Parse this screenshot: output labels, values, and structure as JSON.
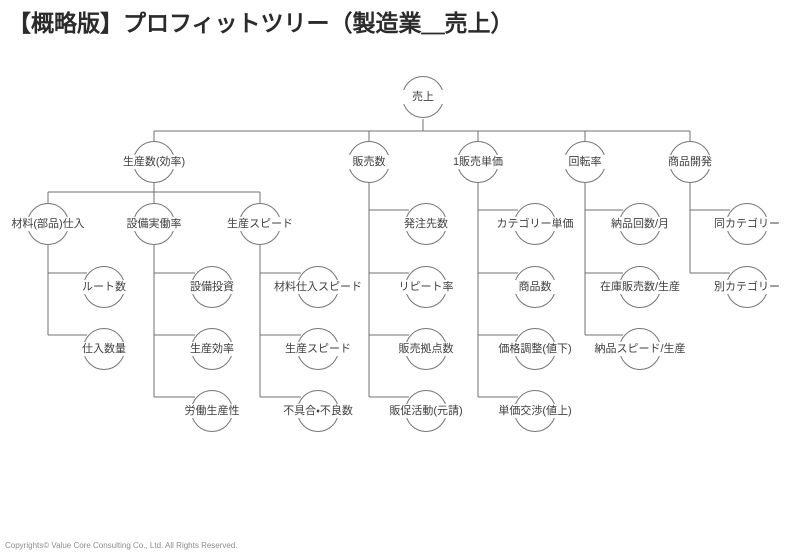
{
  "title": "【概略版】プロフィットツリー（製造業＿売上）",
  "copyright": "Copyrights© Value Core Consulting Co., Ltd.  All Rights Reserved.",
  "colors": {
    "line": "#707070",
    "text": "#3f3f3f",
    "title": "#2b2b2b"
  },
  "tree": {
    "root": {
      "label": "売上"
    },
    "branches": [
      {
        "label": "生産数(効率)",
        "children": [
          {
            "label": "材料(部品)仕入",
            "children": [
              {
                "label": "ルート数"
              },
              {
                "label": "仕入数量"
              }
            ]
          },
          {
            "label": "設備実働率",
            "children": [
              {
                "label": "設備投資"
              },
              {
                "label": "生産効率"
              },
              {
                "label": "労働生産性"
              }
            ]
          },
          {
            "label": "生産スピード",
            "children": [
              {
                "label": "材料仕入スピード"
              },
              {
                "label": "生産スピード"
              },
              {
                "label": "不具合・不良数"
              }
            ]
          }
        ]
      },
      {
        "label": "販売数",
        "children": [
          {
            "label": "発注先数"
          },
          {
            "label": "リピート率"
          },
          {
            "label": "販売拠点数"
          },
          {
            "label": "販促活動(元請)"
          }
        ]
      },
      {
        "label": "1販売単価",
        "children": [
          {
            "label": "カテゴリー単価"
          },
          {
            "label": "商品数"
          },
          {
            "label": "価格調整(値下)"
          },
          {
            "label": "単価交渉(値上)"
          }
        ]
      },
      {
        "label": "回転率",
        "children": [
          {
            "label": "納品回数/月"
          },
          {
            "label": "在庫販売数/生産"
          },
          {
            "label": "納品スピード/生産"
          }
        ]
      },
      {
        "label": "商品開発",
        "children": [
          {
            "label": "同カテゴリー"
          },
          {
            "label": "別カテゴリー"
          }
        ]
      }
    ]
  }
}
